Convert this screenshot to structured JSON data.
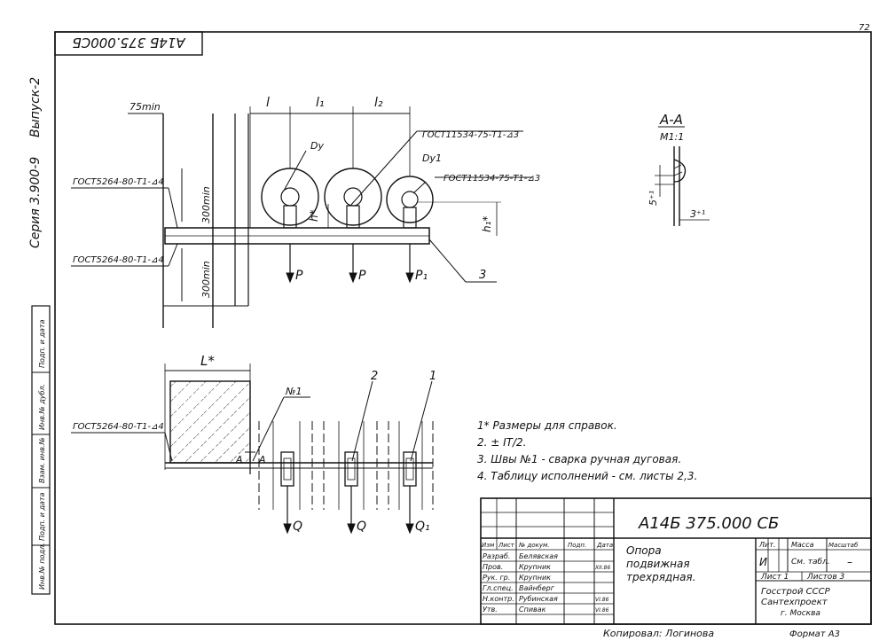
{
  "page_number": "72",
  "stamp_top": "А14Б 375.000СБ",
  "side_labels": {
    "series": "Серия 3.900-9",
    "issue": "Выпуск-2",
    "inv_podl": "Инв.№ подл.",
    "podp_data": "Подп. и дата",
    "vzam_inv": "Взам. инв.№",
    "inv_dubl": "Инв.№ дубл.",
    "podp_data2": "Подп. и дата"
  },
  "top_view": {
    "dim_min_top": "75min",
    "dim_l": "l",
    "dim_l1": "l₁",
    "dim_l2": "l₂",
    "weld_note_1": "ГОСТ11534-75-Т1-⊿3",
    "weld_note_2": "ГОСТ11534-75-Т1-⊿3",
    "dy": "Dy",
    "dy1": "Dy1",
    "weld_left_top": "ГОСТ5264-80-Т1-⊿4",
    "weld_left_bottom": "ГОСТ5264-80-Т1-⊿4",
    "dim_300_top": "300min",
    "dim_300_bottom": "300min",
    "h_star": "h*",
    "h1_star": "h₁*",
    "load_p1": "P",
    "load_p2": "P",
    "load_p3": "P₁",
    "pos_3": "3"
  },
  "section": {
    "title": "А-А",
    "scale": "М1:1",
    "dim_5": "5⁺¹",
    "dim_3": "3⁺¹"
  },
  "bottom_view": {
    "dim_l_star": "L*",
    "weld_no1": "№1",
    "weld_left": "ГОСТ5264-80-Т1-⊿4",
    "mark_a1": "А",
    "mark_a2": "А",
    "pos_2": "2",
    "pos_1": "1",
    "load_q1": "Q",
    "load_q2": "Q",
    "load_q3": "Q₁"
  },
  "notes": [
    "1* Размеры для справок.",
    "2. ± IT/2.",
    "3. Швы №1 - сварка ручная дуговая.",
    "4. Таблицу исполнений - см. листы 2,3."
  ],
  "title_block": {
    "designation": "А14Б 375.000 СБ",
    "name_line1": "Опора",
    "name_line2": "подвижная",
    "name_line3": "трехрядная.",
    "col_headers": [
      "Изм",
      "Лист",
      "№ докум.",
      "Подп.",
      "Дата"
    ],
    "rows": [
      {
        "role": "Разраб.",
        "name": "Белявская"
      },
      {
        "role": "Пров.",
        "name": "Крупник"
      },
      {
        "role": "Рук. гр.",
        "name": "Крупник"
      },
      {
        "role": "Гл.спец.",
        "name": "Вайнберг"
      },
      {
        "role": "Н.контр.",
        "name": "Рубинская"
      },
      {
        "role": "Утв.",
        "name": "Спивак"
      }
    ],
    "dates": [
      "XII.86",
      "VI.86",
      "VI.86"
    ],
    "lit_header": "Лит.",
    "mass_header": "Масса",
    "scale_header": "Масштаб",
    "lit_value": "И",
    "mass_value": "См. табл.",
    "scale_value": "–",
    "sheet_label": "Лист 1",
    "sheets_label": "Листов 3",
    "org_line1": "Госстрой СССР",
    "org_line2": "Сантехпроект",
    "org_line3": "г. Москва"
  },
  "footer": {
    "copied": "Копировал: Логинова",
    "format": "Формат А3"
  }
}
